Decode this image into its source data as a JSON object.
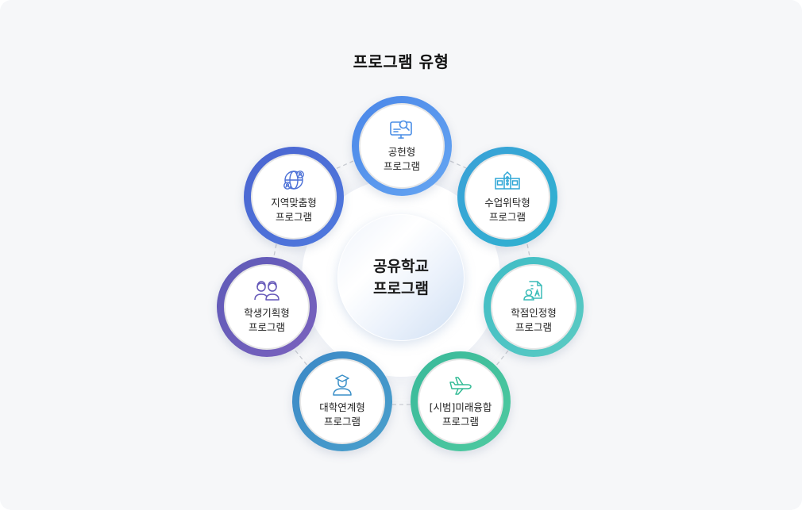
{
  "title": "프로그램 유형",
  "center": {
    "line1": "공유학교",
    "line2": "프로그램"
  },
  "nodes": [
    {
      "id": "contribution",
      "line1": "공헌형",
      "line2": "프로그램",
      "icon": "monitor-search-icon",
      "color": "#5294ea"
    },
    {
      "id": "class-consignment",
      "line1": "수업위탁형",
      "line2": "프로그램",
      "icon": "school-building-icon",
      "color": "#36a6d4"
    },
    {
      "id": "credit-recognition",
      "line1": "학점인정형",
      "line2": "프로그램",
      "icon": "certificate-icon",
      "color": "#47c3c3"
    },
    {
      "id": "future-convergence",
      "line1": "[시범]미래융합",
      "line2": "프로그램",
      "icon": "airplane-icon",
      "color": "#3fbf96"
    },
    {
      "id": "university-link",
      "line1": "대학연계형",
      "line2": "프로그램",
      "icon": "graduate-icon",
      "color": "#3c8fc7"
    },
    {
      "id": "student-planned",
      "line1": "학생기획형",
      "line2": "프로그램",
      "icon": "students-icon",
      "color": "#6a5cb8"
    },
    {
      "id": "regional-custom",
      "line1": "지역맞춤형",
      "line2": "프로그램",
      "icon": "globe-people-icon",
      "color": "#4a6fd6"
    }
  ]
}
